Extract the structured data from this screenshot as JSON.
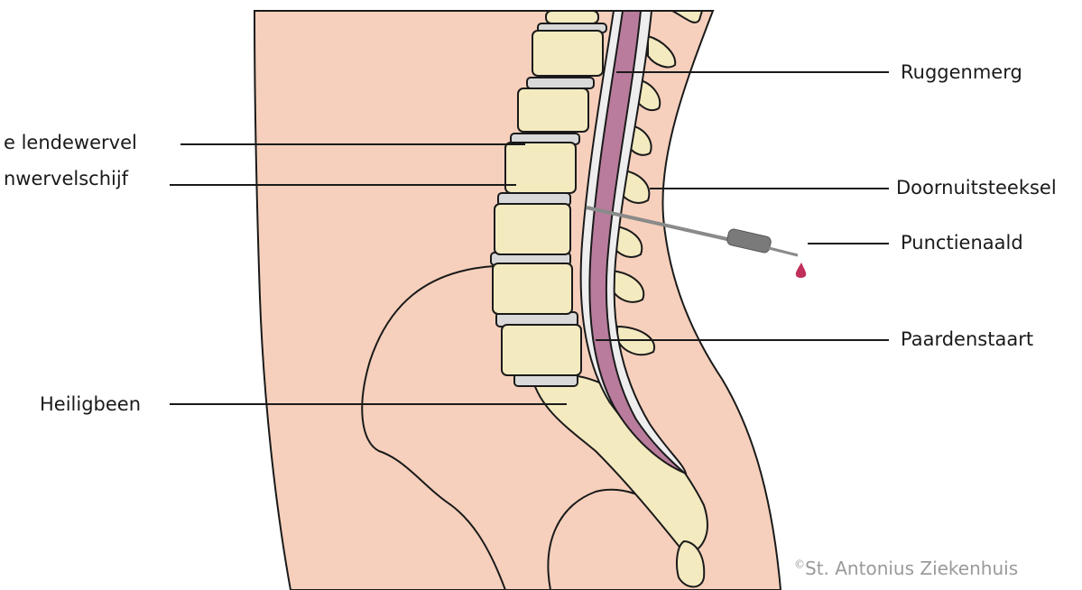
{
  "labels": {
    "ruggenmerg": "Ruggenmerg",
    "lendewervel": "e lendewervel",
    "tussenwervelschijf": "nwervelschijf",
    "doornuitsteeksel": "Doornuitsteeksel",
    "punctienaald": "Punctienaald",
    "paardenstaart": "Paardenstaart",
    "heiligbeen": "Heiligbeen"
  },
  "copyright": {
    "symbol": "©",
    "text": "St. Antonius Ziekenhuis"
  },
  "colors": {
    "skin": "#f6d0bc",
    "bone": "#f3eac0",
    "disc": "#d9d9d9",
    "spinal_cord": "#b97c9c",
    "canal": "#eeeeee",
    "needle": "#8a8a8a",
    "blood": "#c0305a",
    "outline": "#1a1a1a"
  }
}
